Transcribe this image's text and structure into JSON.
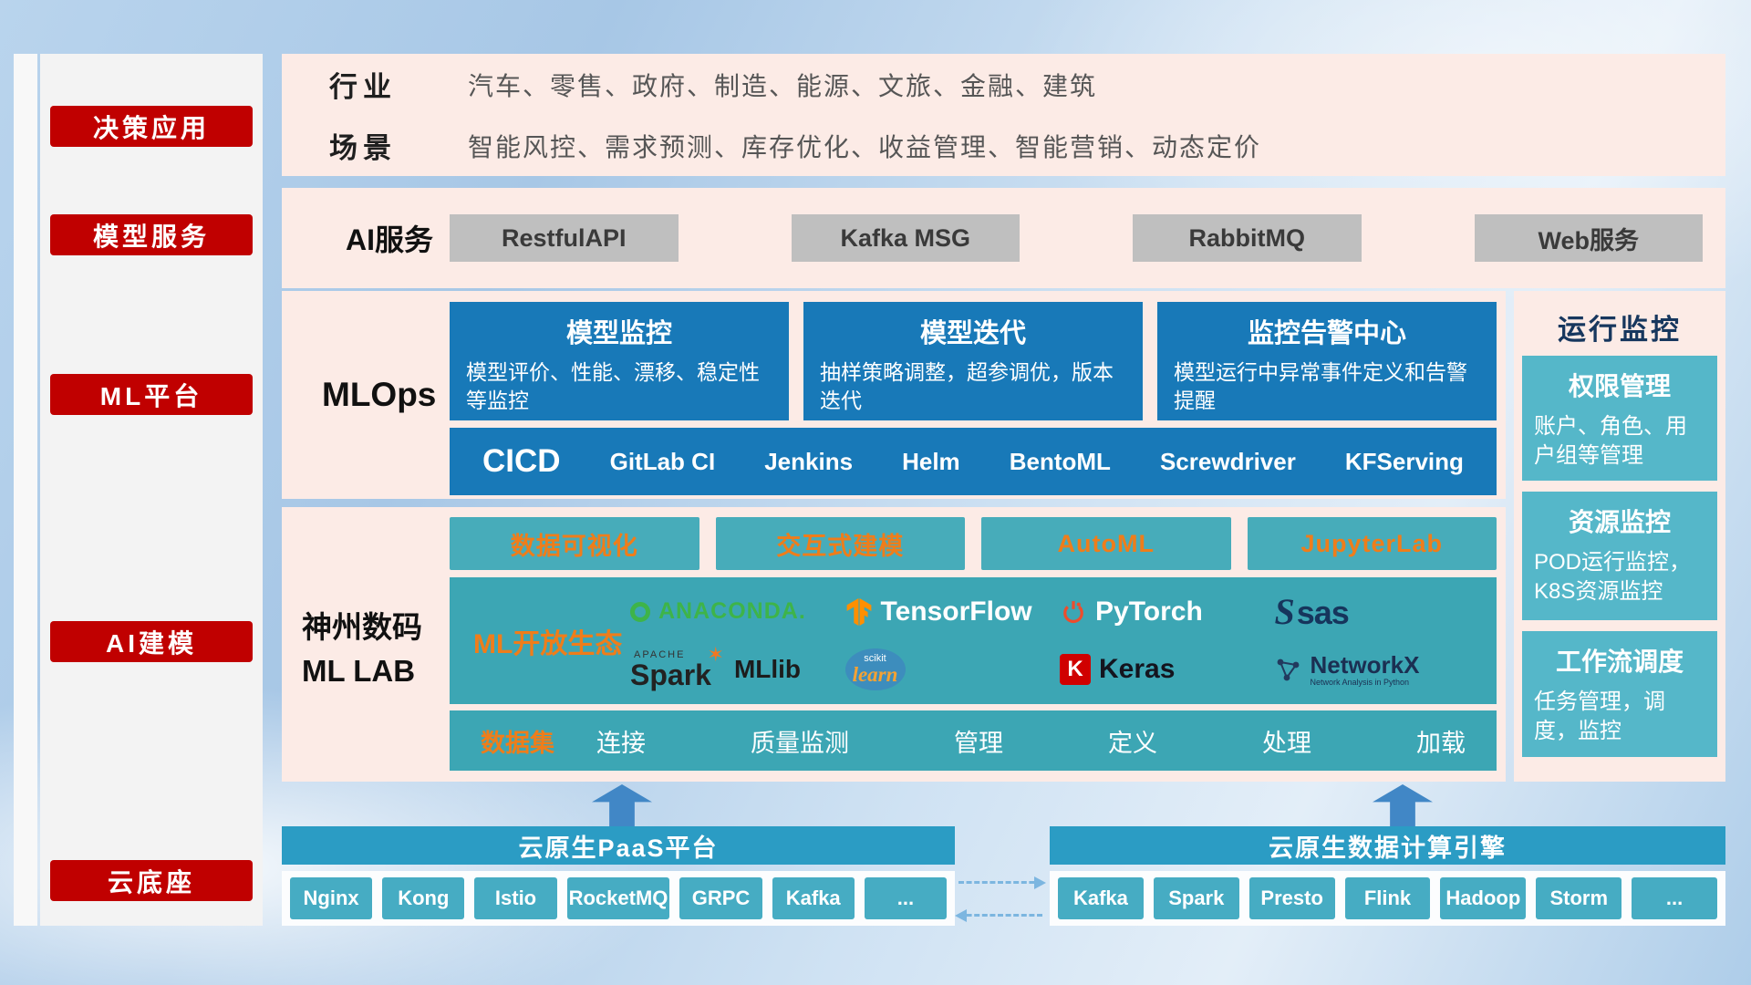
{
  "sidebar": {
    "items": [
      {
        "label": "决策应用"
      },
      {
        "label": "模型服务"
      },
      {
        "label": "ML平台"
      },
      {
        "label": "AI建模"
      },
      {
        "label": "云底座"
      }
    ]
  },
  "industry": {
    "rows": [
      {
        "label": "行业",
        "text": "汽车、零售、政府、制造、能源、文旅、金融、建筑"
      },
      {
        "label": "场景",
        "text": "智能风控、需求预测、库存优化、收益管理、智能营销、动态定价"
      }
    ]
  },
  "ai_service": {
    "label": "AI服务",
    "items": [
      {
        "label": "RestfulAPI"
      },
      {
        "label": "Kafka MSG"
      },
      {
        "label": "RabbitMQ"
      },
      {
        "label": "Web服务"
      }
    ]
  },
  "mlops": {
    "label": "MLOps",
    "cards": [
      {
        "title": "模型监控",
        "desc": "模型评价、性能、漂移、稳定性等监控"
      },
      {
        "title": "模型迭代",
        "desc": "抽样策略调整，超参调优，版本迭代"
      },
      {
        "title": "监控告警中心",
        "desc": "模型运行中异常事件定义和告警提醒"
      }
    ],
    "cicd_label": "CICD",
    "cicd_tools": [
      {
        "label": "GitLab CI"
      },
      {
        "label": "Jenkins"
      },
      {
        "label": "Helm"
      },
      {
        "label": "BentoML"
      },
      {
        "label": "Screwdriver"
      },
      {
        "label": "KFServing"
      }
    ]
  },
  "mllab": {
    "label_line1": "神州数码",
    "label_line2": "ML LAB",
    "top_tools": [
      {
        "label": "数据可视化"
      },
      {
        "label": "交互式建模"
      },
      {
        "label": "AutoML"
      },
      {
        "label": "JupyterLab"
      }
    ],
    "eco_label": "ML开放生态",
    "logos": {
      "anaconda": "ANACONDA.",
      "tensorflow": "TensorFlow",
      "pytorch": "PyTorch",
      "sas_icon": "S",
      "sas": "sas",
      "apache": "APACHE",
      "spark": "Spark",
      "spark_star": "✶",
      "mllib": "MLlib",
      "scikit": "scikit",
      "learn": "learn",
      "keras_k": "K",
      "keras": "Keras",
      "networkx": "NetworkX",
      "networkx_sub": "Network Analysis in Python"
    },
    "dataset_label": "数据集",
    "dataset_items": [
      {
        "label": "连接"
      },
      {
        "label": "质量监测"
      },
      {
        "label": "管理"
      },
      {
        "label": "定义"
      },
      {
        "label": "处理"
      },
      {
        "label": "加载"
      }
    ]
  },
  "monitor": {
    "title": "运行监控",
    "cards": [
      {
        "title": "权限管理",
        "desc": "账户、角色、用户组等管理"
      },
      {
        "title": "资源监控",
        "desc": "POD运行监控，K8S资源监控"
      },
      {
        "title": "工作流调度",
        "desc": "任务管理，调度，监控"
      }
    ]
  },
  "foundation": {
    "paas": {
      "title": "云原生PaaS平台",
      "items": [
        {
          "label": "Nginx"
        },
        {
          "label": "Kong"
        },
        {
          "label": "Istio"
        },
        {
          "label": "RocketMQ"
        },
        {
          "label": "GRPC"
        },
        {
          "label": "Kafka"
        },
        {
          "label": "..."
        }
      ]
    },
    "engine": {
      "title": "云原生数据计算引擎",
      "items": [
        {
          "label": "Kafka"
        },
        {
          "label": "Spark"
        },
        {
          "label": "Presto"
        },
        {
          "label": "Flink"
        },
        {
          "label": "Hadoop"
        },
        {
          "label": "Storm"
        },
        {
          "label": "..."
        }
      ]
    }
  },
  "colors": {
    "sidebar_red": "#c00000",
    "band_pink": "#fcebe6",
    "card_blue": "#1879b8",
    "teal": "#3ca6b4",
    "teal_light": "#55b7c9",
    "bar_blue": "#2b9cc4",
    "accent_orange": "#ef7d1a"
  }
}
